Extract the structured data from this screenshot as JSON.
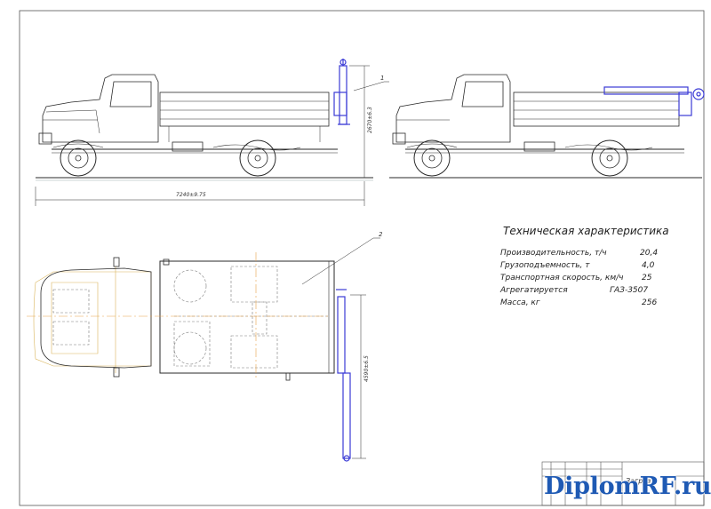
{
  "drawing": {
    "side_view_length_dim": "7240±9.75",
    "side_view_height_dim": "2670±6.3",
    "plan_view_width_dim": "4590±6.5",
    "callout_1": "1",
    "callout_2": "2"
  },
  "spec": {
    "title": "Техническая характеристика",
    "rows": [
      {
        "label": "Производительность, т/ч",
        "value": "20,4"
      },
      {
        "label": "Грузоподъемность, т",
        "value": "4,0"
      },
      {
        "label": "Транспортная скорость, км/ч",
        "value": "25"
      },
      {
        "label": "Агрегатируется",
        "value": "ГАЗ-3507"
      },
      {
        "label": "Масса, кг",
        "value": "256"
      }
    ]
  },
  "title_block": {
    "name": "Загруз"
  },
  "watermark": "DiplomRF.ru",
  "colors": {
    "line": "#2a2a2a",
    "hidden": "#7a7a7a",
    "axis": "#e8a24a",
    "hydraulic": "#3b3bd6",
    "watermark": "#1f5ab4"
  }
}
